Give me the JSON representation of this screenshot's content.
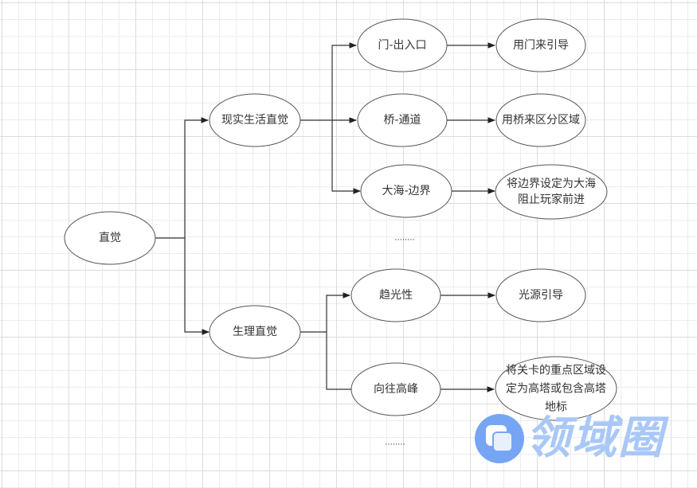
{
  "diagram": {
    "title": "直觉",
    "nodes": {
      "root": "直觉",
      "real_life": "现实生活直觉",
      "physiological": "生理直觉",
      "door": "门-出入口",
      "bridge": "桥-通道",
      "sea": "大海-边界",
      "door_guide": "用门来引导",
      "bridge_area": "用桥来区分区域",
      "sea_boundary": "将边界设定为大海\n阻止玩家前进",
      "phototaxis": "趋光性",
      "peak": "向往高峰",
      "light_guide": "光源引导",
      "tower_landmark": "将关卡的重点区域设\n定为高塔或包含高塔\n地标"
    },
    "ellipsis_real_life": "........",
    "ellipsis_physiological": "........"
  },
  "watermark": {
    "text": "领域圈",
    "color": "#a9c8f7",
    "logo_color": "#6fa2f3"
  }
}
